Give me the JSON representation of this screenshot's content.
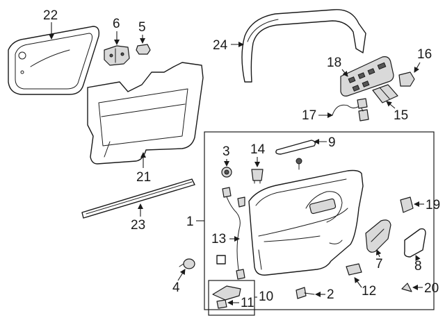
{
  "diagram": {
    "callouts": {
      "c1": "1",
      "c2": "2",
      "c3": "3",
      "c4": "4",
      "c5": "5",
      "c6": "6",
      "c7": "7",
      "c8": "8",
      "c9": "9",
      "c10": "10",
      "c11": "11",
      "c12": "12",
      "c13": "13",
      "c14": "14",
      "c15": "15",
      "c16": "16",
      "c17": "17",
      "c18": "18",
      "c19": "19",
      "c20": "20",
      "c21": "21",
      "c22": "22",
      "c23": "23",
      "c24": "24"
    },
    "colors": {
      "line": "#1a1a1a",
      "fill": "#ffffff",
      "shade": "#d9d9d9"
    }
  }
}
